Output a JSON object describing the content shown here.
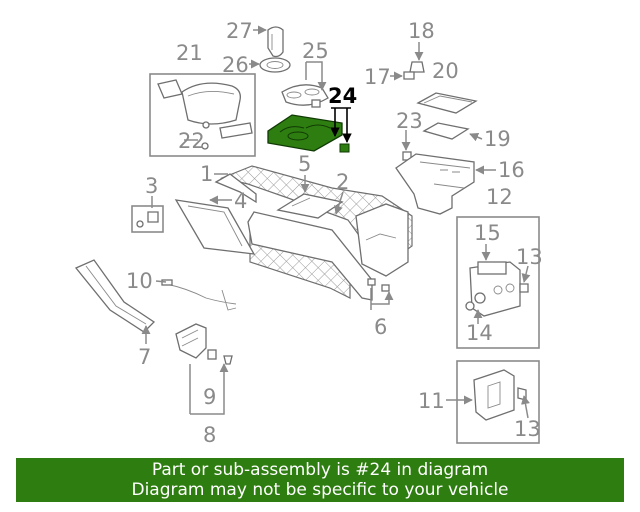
{
  "callouts": {
    "c27": "27",
    "c25": "25",
    "c26": "26",
    "c21": "21",
    "c24": "24",
    "c22": "22",
    "c18": "18",
    "c17": "17",
    "c20": "20",
    "c23": "23",
    "c19": "19",
    "c16": "16",
    "c1": "1",
    "c5": "5",
    "c2": "2",
    "c3": "3",
    "c4": "4",
    "c12": "12",
    "c15": "15",
    "c13a": "13",
    "c10": "10",
    "c7": "7",
    "c6": "6",
    "c14": "14",
    "c9": "9",
    "c8": "8",
    "c11": "11",
    "c13b": "13"
  },
  "highlight": {
    "part_number": "24",
    "color": "#2e7d10"
  },
  "banner": {
    "line1": "Part or sub-assembly is #24 in diagram",
    "line2": "Diagram may not be specific to your vehicle"
  }
}
